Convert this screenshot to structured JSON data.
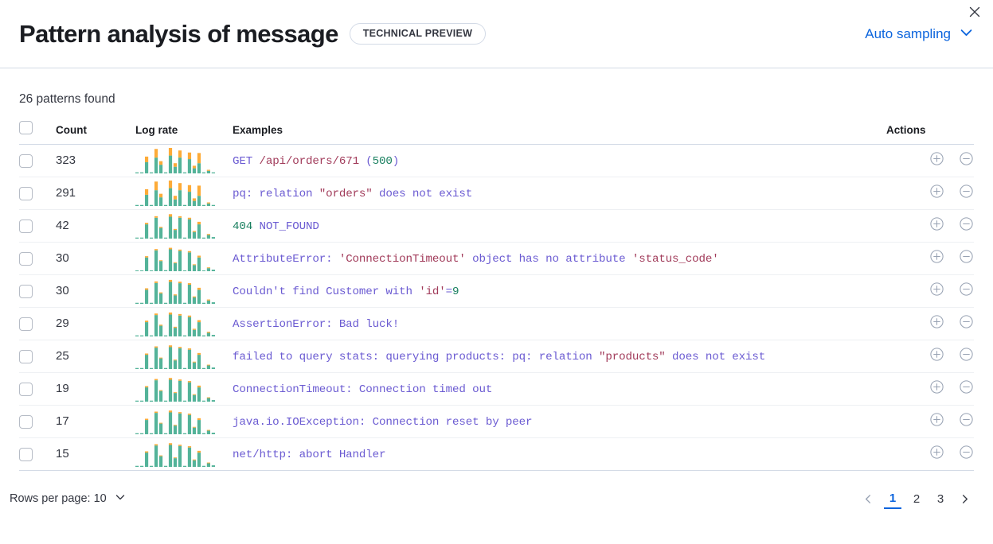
{
  "header": {
    "title": "Pattern analysis of message",
    "badge": "TECHNICAL PREVIEW",
    "sampling_label": "Auto sampling",
    "close_icon": "close-icon",
    "chevron_icon": "chevron-down-icon",
    "accent_color": "#0b64dd"
  },
  "summary": {
    "patterns_found": "26 patterns found"
  },
  "table": {
    "columns": [
      "",
      "Count",
      "Log rate",
      "Examples",
      "Actions"
    ],
    "headers": {
      "count": "Count",
      "log_rate": "Log rate",
      "examples": "Examples",
      "actions": "Actions"
    },
    "action_icons": [
      "plus-in-circle-icon",
      "minus-in-circle-icon"
    ],
    "rows": [
      {
        "count": "323",
        "example_plain": "GET /api/orders/671 (500)",
        "example_tokens": [
          {
            "t": "GET ",
            "c": "word"
          },
          {
            "t": "/api/orders/671",
            "c": "str"
          },
          {
            "t": " (",
            "c": "word"
          },
          {
            "t": "500",
            "c": "num"
          },
          {
            "t": ")",
            "c": "word"
          }
        ]
      },
      {
        "count": "291",
        "example_plain": "pq: relation \"orders\" does not exist",
        "example_tokens": [
          {
            "t": "pq: relation ",
            "c": "word"
          },
          {
            "t": "\"orders\"",
            "c": "str"
          },
          {
            "t": " does not exist",
            "c": "word"
          }
        ]
      },
      {
        "count": "42",
        "example_plain": "404 NOT_FOUND",
        "example_tokens": [
          {
            "t": "404",
            "c": "num"
          },
          {
            "t": " NOT_FOUND",
            "c": "word"
          }
        ]
      },
      {
        "count": "30",
        "example_plain": "AttributeError: 'ConnectionTimeout' object has no attribute 'status_code'",
        "example_tokens": [
          {
            "t": "AttributeError: ",
            "c": "word"
          },
          {
            "t": "'ConnectionTimeout'",
            "c": "str"
          },
          {
            "t": " object has no attribute ",
            "c": "word"
          },
          {
            "t": "'status_code'",
            "c": "str"
          }
        ]
      },
      {
        "count": "30",
        "example_plain": "Couldn't find Customer with 'id'=9",
        "example_tokens": [
          {
            "t": "Couldn't find Customer with ",
            "c": "word"
          },
          {
            "t": "'id'",
            "c": "str"
          },
          {
            "t": "=",
            "c": "word"
          },
          {
            "t": "9",
            "c": "num"
          }
        ]
      },
      {
        "count": "29",
        "example_plain": "AssertionError: Bad luck!",
        "example_tokens": [
          {
            "t": "AssertionError: Bad luck!",
            "c": "word"
          }
        ]
      },
      {
        "count": "25",
        "example_plain": "failed to query stats: querying products: pq: relation \"products\" does not exist",
        "example_tokens": [
          {
            "t": "failed to query stats: querying products: pq: relation ",
            "c": "word"
          },
          {
            "t": "\"products\"",
            "c": "str"
          },
          {
            "t": " does not exist",
            "c": "word"
          }
        ]
      },
      {
        "count": "19",
        "example_plain": "ConnectionTimeout: Connection timed out",
        "example_tokens": [
          {
            "t": "ConnectionTimeout: Connection timed out",
            "c": "word"
          }
        ]
      },
      {
        "count": "17",
        "example_plain": "java.io.IOException: Connection reset by peer",
        "example_tokens": [
          {
            "t": "java.io.IOException: Connection reset by peer",
            "c": "word"
          }
        ]
      },
      {
        "count": "15",
        "example_plain": "net/http: abort Handler",
        "example_tokens": [
          {
            "t": "net/http: abort Handler",
            "c": "word"
          }
        ]
      }
    ]
  },
  "chart_data": {
    "type": "bar",
    "title": "Log rate",
    "stacked": true,
    "grid": false,
    "legend": null,
    "xlabel": "",
    "ylabel": "",
    "ylim": [
      0,
      100
    ],
    "series_colors": {
      "base": "#54b399",
      "highlight": "#fdab38"
    },
    "categories": [
      "b1",
      "b2",
      "b3",
      "b4",
      "b5",
      "b6",
      "b7",
      "b8",
      "b9",
      "b10",
      "b11",
      "b12",
      "b13",
      "b14",
      "b15",
      "b16",
      "b17"
    ],
    "sparklines": [
      {
        "row": 0,
        "base": [
          4,
          4,
          44,
          4,
          62,
          34,
          4,
          70,
          26,
          62,
          4,
          56,
          20,
          40,
          4,
          10,
          4
        ],
        "highlight": [
          0,
          0,
          22,
          0,
          34,
          14,
          0,
          30,
          14,
          28,
          0,
          26,
          10,
          40,
          0,
          4,
          0
        ]
      },
      {
        "row": 1,
        "base": [
          4,
          4,
          44,
          4,
          62,
          34,
          4,
          70,
          26,
          62,
          4,
          56,
          20,
          40,
          4,
          10,
          4
        ],
        "highlight": [
          0,
          0,
          22,
          0,
          34,
          14,
          0,
          30,
          14,
          28,
          0,
          26,
          10,
          40,
          0,
          4,
          0
        ]
      },
      {
        "row": 2,
        "base": [
          4,
          4,
          56,
          4,
          82,
          42,
          4,
          86,
          34,
          82,
          4,
          76,
          26,
          56,
          4,
          14,
          6
        ],
        "highlight": [
          0,
          0,
          6,
          0,
          6,
          4,
          0,
          10,
          4,
          6,
          0,
          6,
          4,
          10,
          0,
          4,
          0
        ]
      },
      {
        "row": 3,
        "base": [
          3,
          3,
          54,
          3,
          82,
          40,
          4,
          86,
          32,
          80,
          3,
          74,
          24,
          54,
          3,
          12,
          6
        ],
        "highlight": [
          0,
          0,
          5,
          0,
          5,
          3,
          0,
          6,
          3,
          5,
          0,
          5,
          3,
          7,
          0,
          3,
          0
        ]
      },
      {
        "row": 4,
        "base": [
          4,
          4,
          55,
          4,
          82,
          41,
          4,
          86,
          33,
          81,
          4,
          75,
          25,
          55,
          4,
          13,
          6
        ],
        "highlight": [
          0,
          0,
          6,
          0,
          6,
          4,
          0,
          8,
          4,
          6,
          0,
          6,
          4,
          8,
          0,
          4,
          0
        ]
      },
      {
        "row": 5,
        "base": [
          4,
          4,
          56,
          4,
          84,
          42,
          4,
          86,
          34,
          82,
          4,
          76,
          26,
          56,
          4,
          14,
          6
        ],
        "highlight": [
          0,
          0,
          6,
          0,
          6,
          4,
          0,
          8,
          4,
          6,
          0,
          6,
          4,
          8,
          0,
          4,
          0
        ]
      },
      {
        "row": 6,
        "base": [
          4,
          4,
          56,
          4,
          84,
          42,
          4,
          86,
          34,
          82,
          4,
          76,
          26,
          56,
          4,
          14,
          6
        ],
        "highlight": [
          0,
          0,
          5,
          0,
          5,
          3,
          0,
          7,
          3,
          5,
          0,
          5,
          3,
          7,
          0,
          3,
          0
        ]
      },
      {
        "row": 7,
        "base": [
          4,
          4,
          56,
          4,
          84,
          42,
          4,
          86,
          34,
          82,
          4,
          76,
          26,
          56,
          4,
          14,
          6
        ],
        "highlight": [
          0,
          0,
          5,
          0,
          5,
          3,
          0,
          7,
          3,
          5,
          0,
          5,
          3,
          7,
          0,
          3,
          0
        ]
      },
      {
        "row": 8,
        "base": [
          4,
          4,
          56,
          4,
          84,
          42,
          4,
          86,
          34,
          82,
          4,
          76,
          26,
          56,
          4,
          14,
          6
        ],
        "highlight": [
          0,
          0,
          5,
          0,
          5,
          3,
          0,
          7,
          3,
          5,
          0,
          5,
          3,
          7,
          0,
          3,
          0
        ]
      },
      {
        "row": 9,
        "base": [
          4,
          4,
          56,
          4,
          84,
          42,
          4,
          86,
          34,
          82,
          4,
          76,
          26,
          56,
          4,
          14,
          6
        ],
        "highlight": [
          0,
          0,
          5,
          0,
          5,
          3,
          0,
          7,
          3,
          5,
          0,
          5,
          3,
          7,
          0,
          3,
          0
        ]
      }
    ]
  },
  "footer": {
    "rows_per_page_label": "Rows per page: 10",
    "rows_per_page_value": "10",
    "pages": [
      "1",
      "2",
      "3"
    ],
    "active_page": "1",
    "prev_icon": "chevron-left-icon",
    "next_icon": "chevron-right-icon"
  }
}
